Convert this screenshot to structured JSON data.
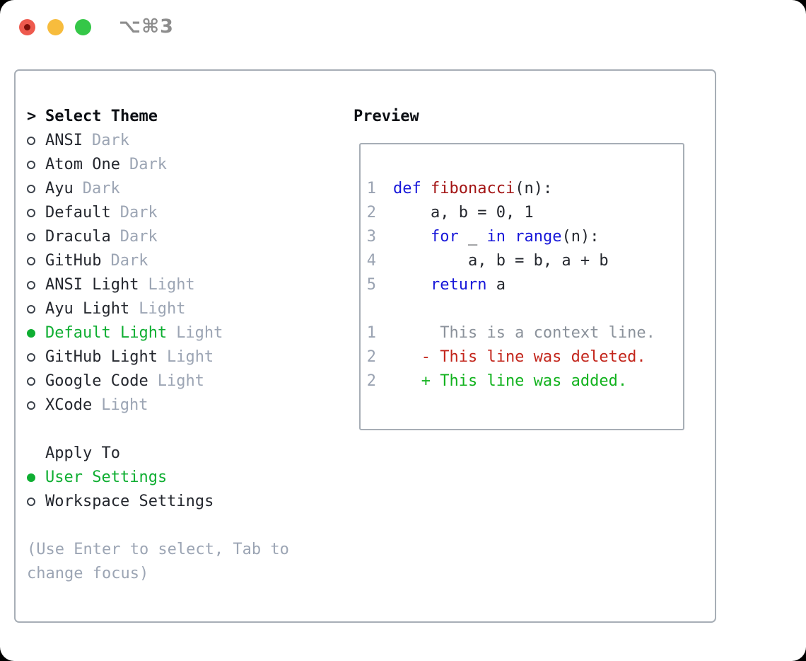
{
  "window": {
    "shortcut": "⌥⌘3",
    "traffic_lights": [
      "close",
      "minimize",
      "zoom"
    ]
  },
  "theme_panel": {
    "title_prefix": ">",
    "title": "Select Theme",
    "themes": [
      {
        "name": "ANSI",
        "variant": "Dark",
        "selected": false
      },
      {
        "name": "Atom One",
        "variant": "Dark",
        "selected": false
      },
      {
        "name": "Ayu",
        "variant": "Dark",
        "selected": false
      },
      {
        "name": "Default",
        "variant": "Dark",
        "selected": false
      },
      {
        "name": "Dracula",
        "variant": "Dark",
        "selected": false
      },
      {
        "name": "GitHub",
        "variant": "Dark",
        "selected": false
      },
      {
        "name": "ANSI Light",
        "variant": "Light",
        "selected": false
      },
      {
        "name": "Ayu Light",
        "variant": "Light",
        "selected": false
      },
      {
        "name": "Default Light",
        "variant": "Light",
        "selected": true
      },
      {
        "name": "GitHub Light",
        "variant": "Light",
        "selected": false
      },
      {
        "name": "Google Code",
        "variant": "Light",
        "selected": false
      },
      {
        "name": "XCode",
        "variant": "Light",
        "selected": false
      }
    ],
    "apply_to": {
      "title": "Apply To",
      "options": [
        {
          "label": "User Settings",
          "selected": true
        },
        {
          "label": "Workspace Settings",
          "selected": false
        }
      ]
    },
    "hint": "(Use Enter to select, Tab to change focus)"
  },
  "preview": {
    "title": "Preview",
    "lines": [
      {
        "number": "1",
        "kind": "code",
        "segments": [
          {
            "t": "def",
            "c": "kw"
          },
          {
            "t": " ",
            "c": "pl"
          },
          {
            "t": "fibonacci",
            "c": "fn"
          },
          {
            "t": "(n):",
            "c": "pl"
          }
        ]
      },
      {
        "number": "2",
        "kind": "code",
        "segments": [
          {
            "t": "    a, b = 0, 1",
            "c": "pl"
          }
        ]
      },
      {
        "number": "3",
        "kind": "code",
        "segments": [
          {
            "t": "    ",
            "c": "pl"
          },
          {
            "t": "for",
            "c": "kw"
          },
          {
            "t": " _ ",
            "c": "pl"
          },
          {
            "t": "in",
            "c": "kw"
          },
          {
            "t": " ",
            "c": "pl"
          },
          {
            "t": "range",
            "c": "kw"
          },
          {
            "t": "(n):",
            "c": "pl"
          }
        ]
      },
      {
        "number": "4",
        "kind": "code",
        "segments": [
          {
            "t": "        a, b = b, a + b",
            "c": "pl"
          }
        ]
      },
      {
        "number": "5",
        "kind": "code",
        "segments": [
          {
            "t": "    ",
            "c": "pl"
          },
          {
            "t": "return",
            "c": "kw"
          },
          {
            "t": " a",
            "c": "pl"
          }
        ]
      },
      {
        "number": "",
        "kind": "blank",
        "segments": []
      },
      {
        "number": "1",
        "kind": "context",
        "segments": [
          {
            "t": "     This is a context line.",
            "c": "ctx"
          }
        ]
      },
      {
        "number": "2",
        "kind": "deleted",
        "segments": [
          {
            "t": "   - This line was deleted.",
            "c": "del"
          }
        ]
      },
      {
        "number": "2",
        "kind": "added",
        "segments": [
          {
            "t": "   + This line was added.",
            "c": "add"
          }
        ]
      }
    ]
  },
  "colors": {
    "accent_green": "#0fae32",
    "keyword_blue": "#1717d9",
    "function_red": "#a31515",
    "diff_deleted_red": "#c3261c",
    "diff_added_green": "#12b21e",
    "dim_gray": "#9ca5b4",
    "line_number_gray": "#9aa3b2",
    "context_gray": "#8b929b",
    "text": "#24272e",
    "border_gray": "#a7aeb6",
    "traffic_red": "#ee5a4e",
    "traffic_yellow": "#f7bc3d",
    "traffic_green": "#35c748"
  }
}
